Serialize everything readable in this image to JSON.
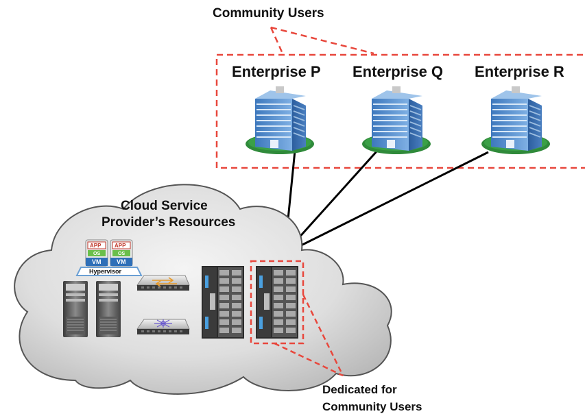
{
  "community_title": "Community Users",
  "enterprises": [
    {
      "label": "Enterprise P"
    },
    {
      "label": "Enterprise Q"
    },
    {
      "label": "Enterprise R"
    }
  ],
  "cloud": {
    "title_line1": "Cloud Service",
    "title_line2": "Provider’s Resources"
  },
  "hypervisor": {
    "label": "Hypervisor",
    "vm_label": "VM",
    "app_label": "APP",
    "os_label": "OS"
  },
  "dedicated": {
    "line1": "Dedicated for",
    "line2": "Community Users"
  },
  "colors": {
    "dashed_outline": "#e8473c",
    "building_blue": "#4a86c8",
    "lawn_green": "#2f8a3a",
    "link_line": "#000000",
    "cloud_fill": "#d9d9d9"
  }
}
